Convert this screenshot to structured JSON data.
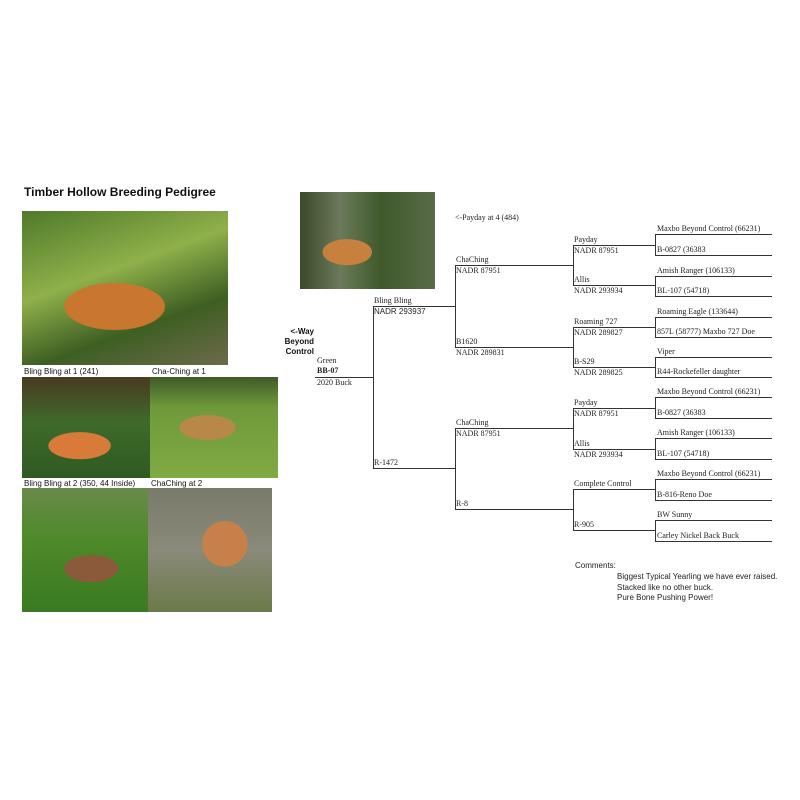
{
  "title": "Timber Hollow Breeding Pedigree",
  "photos": {
    "top_left_caption_a": "Bling Bling at 1 (241)",
    "top_left_caption_b": "Cha-Ching at 1",
    "bottom_caption_a": "Bling Bling at 2 (350, 44 Inside)",
    "bottom_caption_b": "ChaChing at 2"
  },
  "payday_note": "<-Payday at 4 (484)",
  "way_beyond": [
    "<-Way",
    "Beyond",
    "Control"
  ],
  "subject": {
    "color": "Green",
    "name": "BB-07",
    "note": "2020 Buck"
  },
  "pedigree": {
    "sire": {
      "name": "Bling Bling",
      "reg": "NADR 293937"
    },
    "dam": {
      "name": "R-1472",
      "reg": ""
    },
    "sire_sire": {
      "name": "ChaChing",
      "reg": "NADR 87951"
    },
    "sire_dam": {
      "name": "B1620",
      "reg": "NADR 289831"
    },
    "dam_sire": {
      "name": "ChaChing",
      "reg": "NADR 87951"
    },
    "dam_dam": {
      "name": "R-8",
      "reg": ""
    },
    "gen4": [
      {
        "name": "Payday",
        "reg": "NADR 87951"
      },
      {
        "name": "Allis",
        "reg": "NADR 293934"
      },
      {
        "name": "Roaming 727",
        "reg": "NADR 289827"
      },
      {
        "name": "B-S29",
        "reg": "NADR 289825"
      },
      {
        "name": "Payday",
        "reg": "NADR 87951"
      },
      {
        "name": "Allis",
        "reg": "NADR 293934"
      },
      {
        "name": "Complete Control",
        "reg": ""
      },
      {
        "name": "R-905",
        "reg": ""
      }
    ],
    "gen5": [
      "Maxbo Beyond Control (66231)",
      "B-0827 (36383",
      "Amish Ranger (106133)",
      "BL-107 (54718)",
      "Roaming Eagle (133644)",
      "857L (58777) Maxbo 727 Doe",
      "Viper",
      "R44-Rockefeller daughter",
      "Maxbo Beyond Control (66231)",
      "B-0827 (36383",
      "Amish Ranger (106133)",
      "BL-107 (54718)",
      "Maxbo Beyond Control (66231)",
      "B-816-Reno Doe",
      "BW Sunny",
      "Carley Nickel Back Buck"
    ]
  },
  "comments": {
    "label": "Comments:",
    "lines": [
      "Biggest Typical Yearling we have ever raised.",
      "Stacked like no other buck.",
      "Pure Bone Pushing Power!"
    ]
  }
}
